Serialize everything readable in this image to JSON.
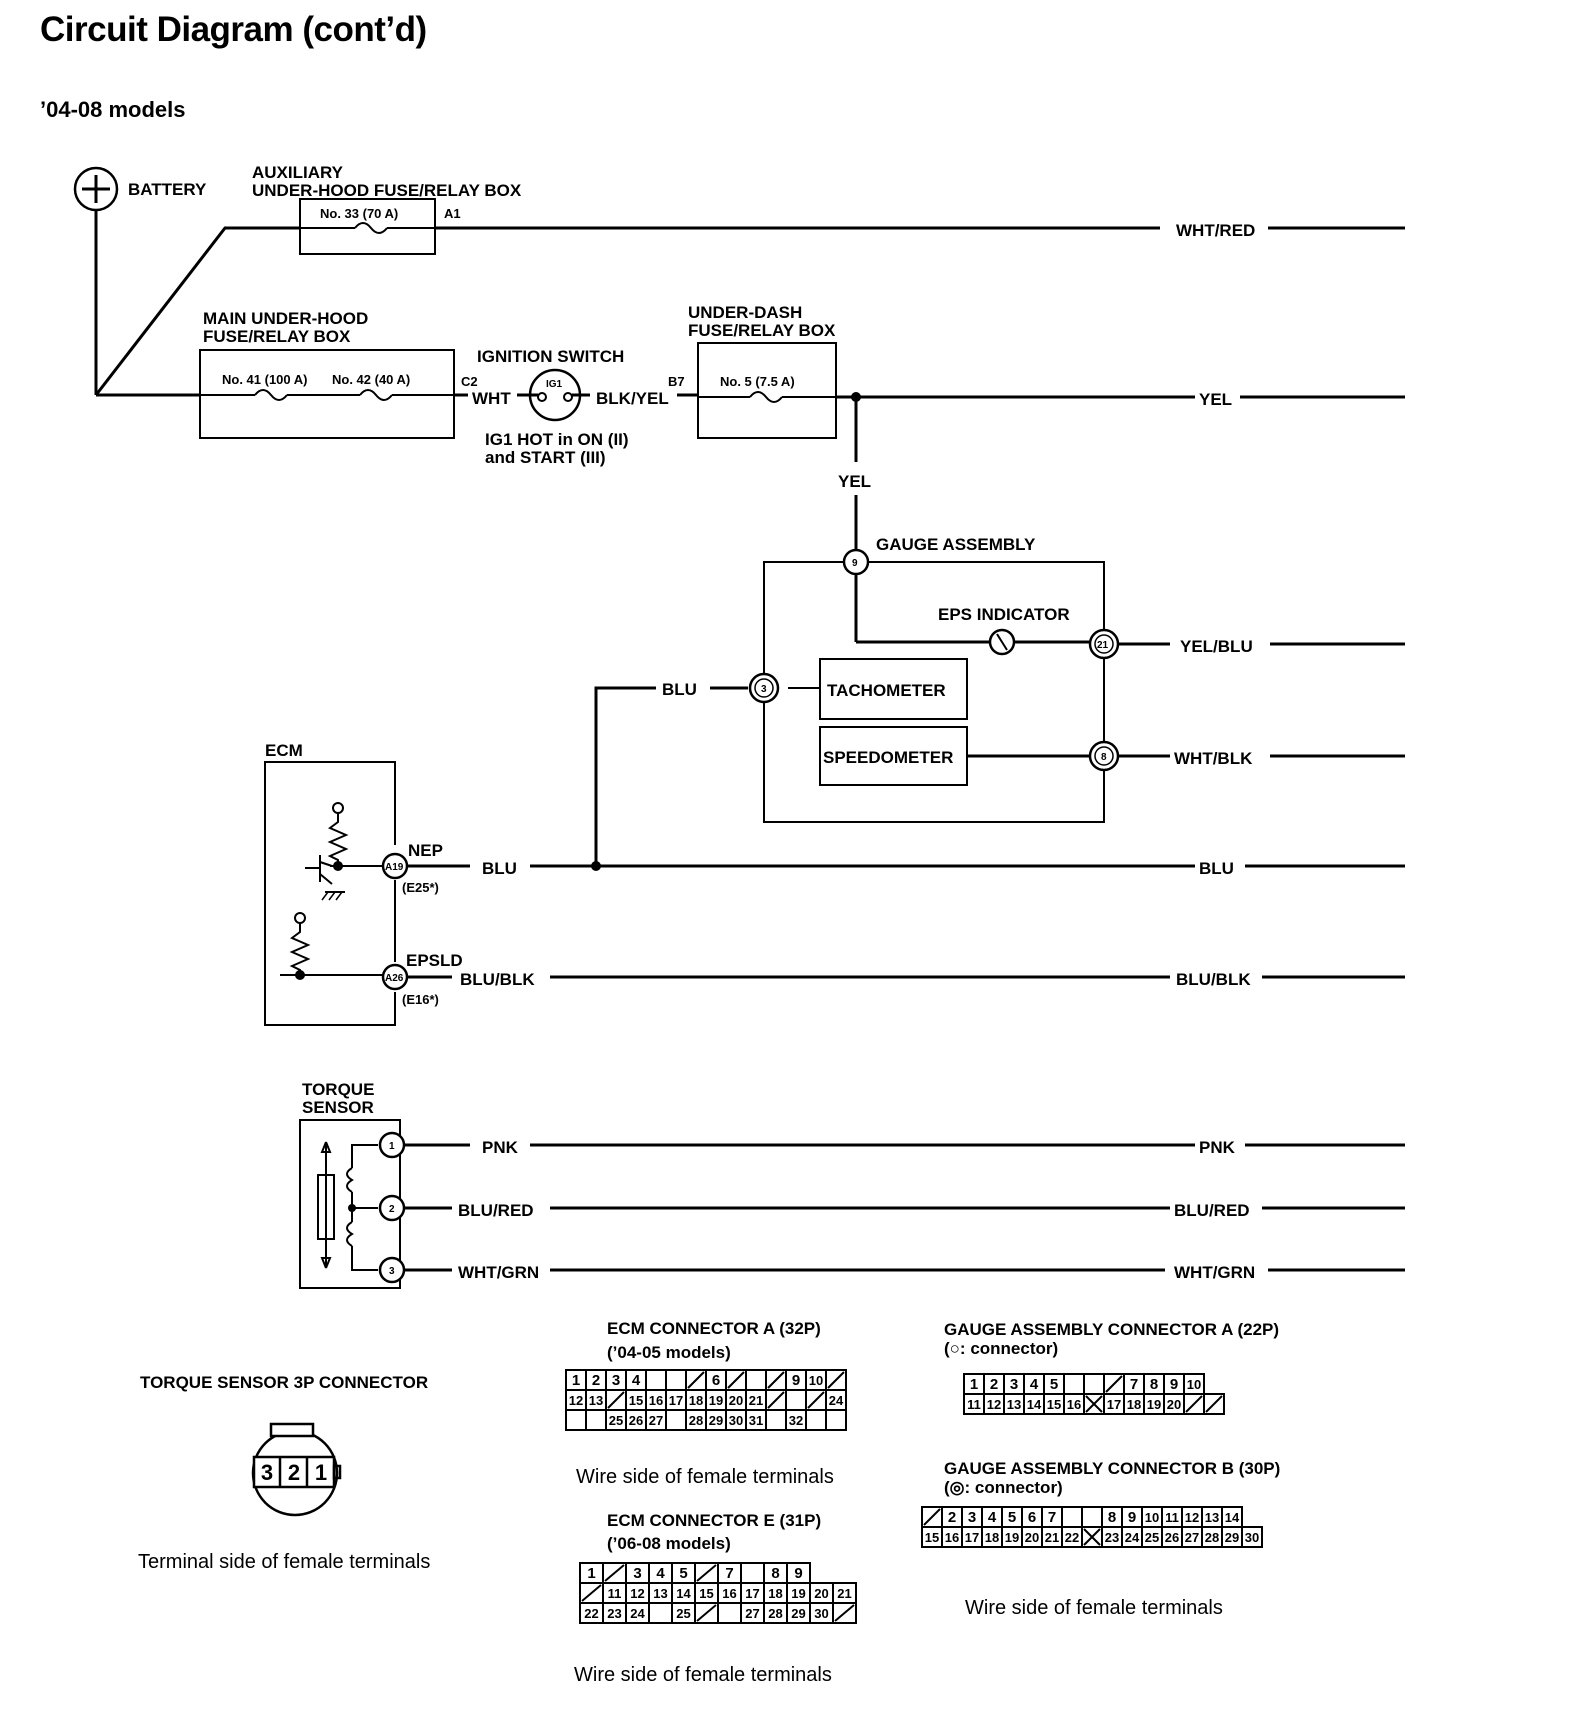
{
  "header": {
    "title": "Circuit Diagram (cont’d)",
    "subtitle": "’04-08 models"
  },
  "power": {
    "battery": "BATTERY",
    "aux_box_line1": "AUXILIARY",
    "aux_box_line2": "UNDER-HOOD FUSE/RELAY BOX",
    "aux_fuse": "No. 33 (70 A)",
    "aux_term": "A1",
    "main_box_line1": "MAIN UNDER-HOOD",
    "main_box_line2": "FUSE/RELAY BOX",
    "main_fuse1": "No. 41 (100 A)",
    "main_fuse2": "No. 42 (40 A)",
    "main_term": "C2",
    "ign_switch": "IGNITION SWITCH",
    "ign_ig1": "IG1",
    "ign_note1": "IG1 HOT in ON (II)",
    "ign_note2": "and START (III)",
    "dash_box_line1": "UNDER-DASH",
    "dash_box_line2": "FUSE/RELAY BOX",
    "dash_term": "B7",
    "dash_fuse": "No. 5 (7.5 A)"
  },
  "wires": {
    "wht_red": "WHT/RED",
    "wht": "WHT",
    "blk_yel": "BLK/YEL",
    "yel": "YEL",
    "yel_blu": "YEL/BLU",
    "blu": "BLU",
    "wht_blk": "WHT/BLK",
    "blu_blk": "BLU/BLK",
    "pnk": "PNK",
    "blu_red": "BLU/RED",
    "wht_grn": "WHT/GRN"
  },
  "gauge": {
    "title": "GAUGE ASSEMBLY",
    "eps_indicator": "EPS INDICATOR",
    "tachometer": "TACHOMETER",
    "speedometer": "SPEEDOMETER",
    "pin_9": "9",
    "pin_21": "21",
    "pin_3": "3",
    "pin_8": "8"
  },
  "ecm": {
    "title": "ECM",
    "nep": "NEP",
    "nep_pin": "A19",
    "nep_alt": "(E25*)",
    "epsld": "EPSLD",
    "epsld_pin": "A26",
    "epsld_alt": "(E16*)"
  },
  "torque": {
    "title_line1": "TORQUE",
    "title_line2": "SENSOR",
    "pin1": "1",
    "pin2": "2",
    "pin3": "3"
  },
  "connectors": {
    "torque_conn_title": "TORQUE SENSOR 3P CONNECTOR",
    "torque_conn_caption": "Terminal side of female terminals",
    "torque_cells": [
      "3",
      "2",
      "1"
    ],
    "ecm_a_title": "ECM CONNECTOR A (32P)",
    "ecm_a_sub": "(’04-05 models)",
    "ecm_a_caption": "Wire side of female terminals",
    "ecm_a_rows": [
      [
        "1",
        "2",
        "3",
        "4",
        "",
        "",
        "/",
        "6",
        "/",
        "",
        "/",
        "9",
        "10",
        "/"
      ],
      [
        "12",
        "13",
        "/",
        "15",
        "16",
        "17",
        "18",
        "19",
        "20",
        "21",
        "/",
        "",
        "/",
        "24"
      ],
      [
        "",
        "",
        "25",
        "26",
        "27",
        "",
        "28",
        "29",
        "30",
        "31",
        "",
        "32",
        "",
        ""
      ]
    ],
    "ecm_e_title": "ECM CONNECTOR E (31P)",
    "ecm_e_sub": "(’06-08 models)",
    "ecm_e_caption": "Wire side of female terminals",
    "ecm_e_rows": [
      [
        "1",
        "/",
        "3",
        "4",
        "5",
        "/",
        "7",
        "",
        "8",
        "9"
      ],
      [
        "/",
        "11",
        "12",
        "13",
        "14",
        "15",
        "16",
        "17",
        "18",
        "19",
        "20",
        "21"
      ],
      [
        "22",
        "23",
        "24",
        "",
        "25",
        "/",
        "",
        "27",
        "28",
        "29",
        "30",
        "/"
      ]
    ],
    "gauge_a_title": "GAUGE ASSEMBLY CONNECTOR A (22P)",
    "gauge_a_sub": "(○: connector)",
    "gauge_a_rows": [
      [
        "1",
        "2",
        "3",
        "4",
        "5",
        "",
        "",
        "/",
        "7",
        "8",
        "9",
        "10"
      ],
      [
        "11",
        "12",
        "13",
        "14",
        "15",
        "16",
        "X",
        "17",
        "18",
        "19",
        "20",
        "/",
        "/"
      ]
    ],
    "gauge_b_title": "GAUGE ASSEMBLY CONNECTOR B (30P)",
    "gauge_b_sub": "(◎: connector)",
    "gauge_b_caption": "Wire side of female terminals",
    "gauge_b_rows": [
      [
        "/",
        "2",
        "3",
        "4",
        "5",
        "6",
        "7",
        "",
        "",
        "8",
        "9",
        "10",
        "11",
        "12",
        "13",
        "14"
      ],
      [
        "15",
        "16",
        "17",
        "18",
        "19",
        "20",
        "21",
        "22",
        "X",
        "23",
        "24",
        "25",
        "26",
        "27",
        "28",
        "29",
        "30"
      ]
    ]
  }
}
